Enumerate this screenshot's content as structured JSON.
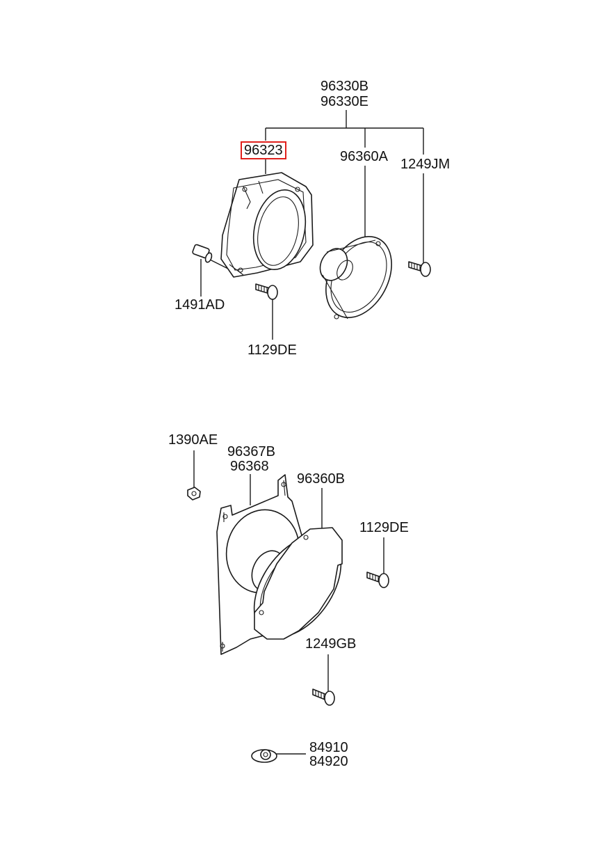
{
  "diagram": {
    "parts": [
      {
        "id": "p1",
        "label": "96330B",
        "highlighted": false
      },
      {
        "id": "p2",
        "label": "96330E",
        "highlighted": false
      },
      {
        "id": "p3",
        "label": "96323",
        "highlighted": true
      },
      {
        "id": "p4",
        "label": "96360A",
        "highlighted": false
      },
      {
        "id": "p5",
        "label": "1249JM",
        "highlighted": false
      },
      {
        "id": "p6",
        "label": "1491AD",
        "highlighted": false
      },
      {
        "id": "p7",
        "label": "1129DE",
        "highlighted": false
      },
      {
        "id": "p8",
        "label": "1390AE",
        "highlighted": false
      },
      {
        "id": "p9",
        "label": "96367B",
        "highlighted": false
      },
      {
        "id": "p10",
        "label": "96368",
        "highlighted": false
      },
      {
        "id": "p11",
        "label": "96360B",
        "highlighted": false
      },
      {
        "id": "p12",
        "label": "1129DE",
        "highlighted": false
      },
      {
        "id": "p13",
        "label": "1249GB",
        "highlighted": false
      },
      {
        "id": "p14",
        "label": "84910",
        "highlighted": false
      },
      {
        "id": "p15",
        "label": "84920",
        "highlighted": false
      }
    ],
    "highlight_color": "#e0201c"
  }
}
